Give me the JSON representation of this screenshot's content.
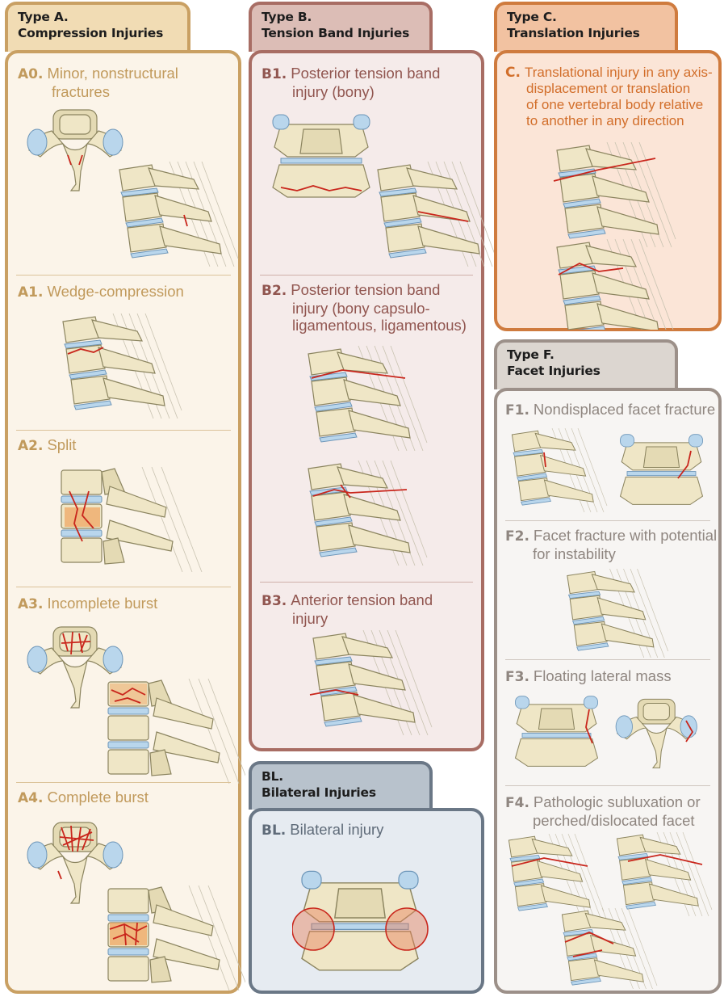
{
  "colors": {
    "type_a": "#c9a063",
    "type_b": "#a86d64",
    "type_c": "#cf7b3e",
    "type_bl": "#6a7786",
    "type_f": "#9c9089",
    "fracture_line": "#c9261c",
    "bone": "#efe6c6",
    "disc": "#b9d6ec"
  },
  "type_a": {
    "tab_line1": "Type A.",
    "tab_line2": "Compression Injuries",
    "items": [
      {
        "code": "A0.",
        "line1": "Minor, nonstructural",
        "line2": "fractures"
      },
      {
        "code": "A1.",
        "line1": "Wedge-compression",
        "line2": ""
      },
      {
        "code": "A2.",
        "line1": "Split",
        "line2": ""
      },
      {
        "code": "A3.",
        "line1": "Incomplete burst",
        "line2": ""
      },
      {
        "code": "A4.",
        "line1": "Complete burst",
        "line2": ""
      }
    ]
  },
  "type_b": {
    "tab_line1": "Type B.",
    "tab_line2": "Tension Band Injuries",
    "items": [
      {
        "code": "B1.",
        "line1": "Posterior tension band",
        "line2": "injury (bony)",
        "line3": ""
      },
      {
        "code": "B2.",
        "line1": "Posterior tension band",
        "line2": "injury (bony capsulo-",
        "line3": "ligamentous, ligamentous)"
      },
      {
        "code": "B3.",
        "line1": "Anterior tension band",
        "line2": "injury",
        "line3": ""
      }
    ]
  },
  "type_c": {
    "tab_line1": "Type C.",
    "tab_line2": "Translation Injuries",
    "items": [
      {
        "code": "C.",
        "line1": "Translational injury in any axis-",
        "line2": "displacement or translation",
        "line3": "of one vertebral body relative",
        "line4": "to another in any direction"
      }
    ]
  },
  "type_bl": {
    "tab_line1": "BL.",
    "tab_line2": "Bilateral Injuries",
    "items": [
      {
        "code": "BL.",
        "line1": "Bilateral injury"
      }
    ]
  },
  "type_f": {
    "tab_line1": "Type F.",
    "tab_line2": "Facet Injuries",
    "items": [
      {
        "code": "F1.",
        "line1": "Nondisplaced facet fracture",
        "line2": ""
      },
      {
        "code": "F2.",
        "line1": "Facet fracture with potential",
        "line2": "for instability"
      },
      {
        "code": "F3.",
        "line1": "Floating lateral mass",
        "line2": ""
      },
      {
        "code": "F4.",
        "line1": "Pathologic subluxation or",
        "line2": "perched/dislocated facet"
      }
    ]
  }
}
